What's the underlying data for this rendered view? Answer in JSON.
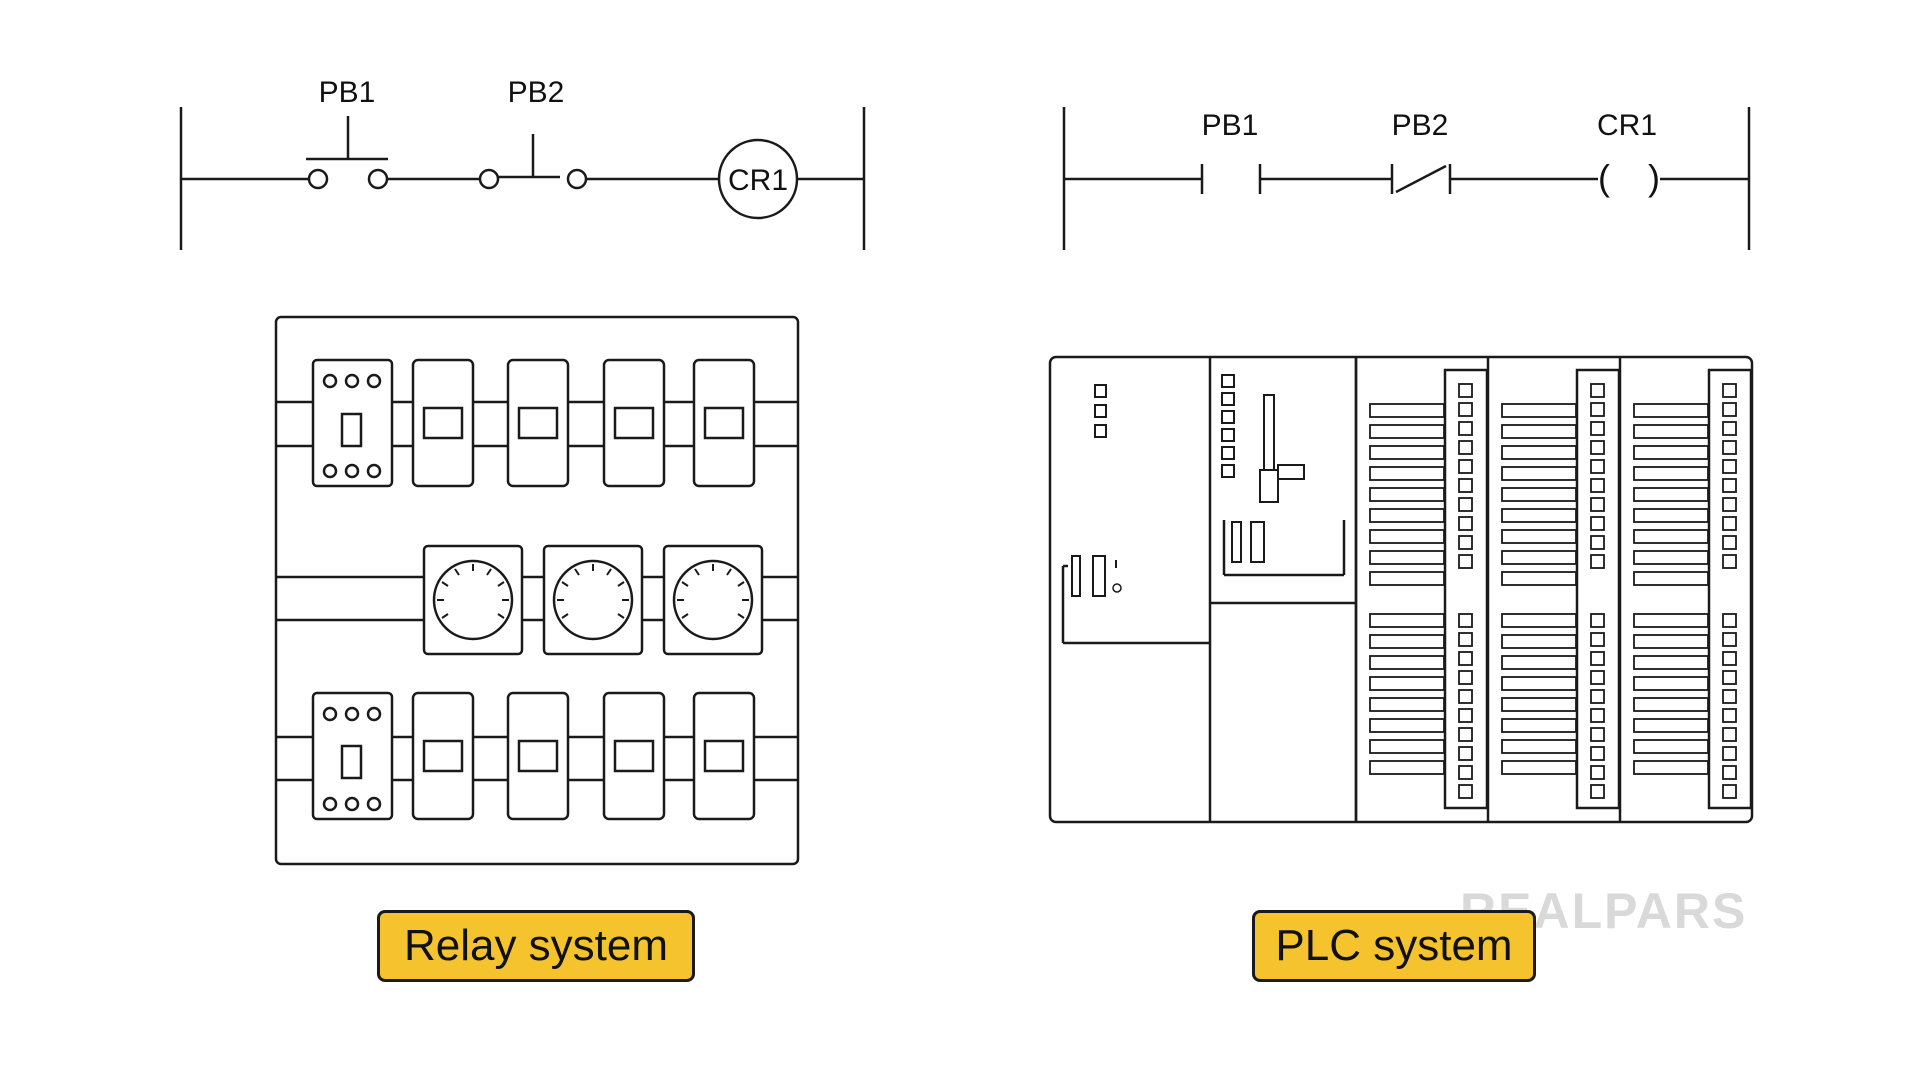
{
  "relay_ladder": {
    "pb1_label": "PB1",
    "pb2_label": "PB2",
    "coil_label": "CR1"
  },
  "plc_ladder": {
    "pb1_label": "PB1",
    "pb2_label": "PB2",
    "coil_label": "CR1",
    "coil_left": "(",
    "coil_right": ")"
  },
  "captions": {
    "relay": "Relay system",
    "plc": "PLC system"
  },
  "watermark": "REALPARS",
  "colors": {
    "caption_bg": "#f4c32e",
    "line": "#1a1a1a",
    "watermark": "#d9d9d9"
  }
}
